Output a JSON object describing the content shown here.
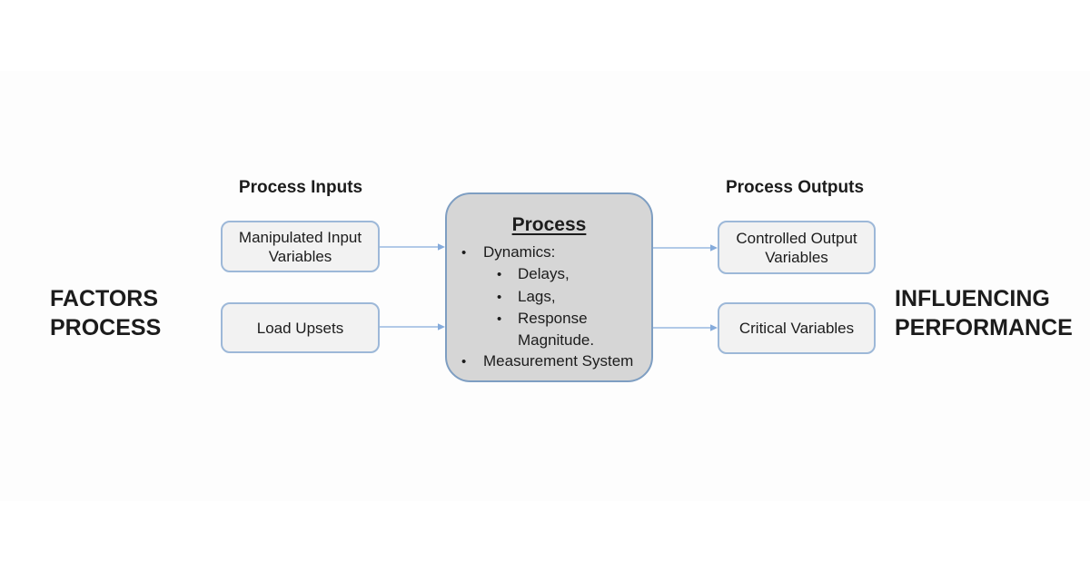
{
  "colors": {
    "page_bg": "#ffffff",
    "slide_bg": "#fdfdfd",
    "text": "#1c1c1c",
    "box_fill": "#f2f2f2",
    "box_border": "#9db8d8",
    "process_fill": "#d6d6d6",
    "process_border": "#7e9ec2",
    "arrow": "#85abdb"
  },
  "captions": {
    "left_line1": "FACTORS",
    "left_line2": "PROCESS",
    "right_line1": "INFLUENCING",
    "right_line2": "PERFORMANCE"
  },
  "inputs": {
    "header": "Process Inputs",
    "boxes": [
      {
        "label": "Manipulated Input Variables"
      },
      {
        "label": "Load Upsets"
      }
    ]
  },
  "outputs": {
    "header": "Process Outputs",
    "boxes": [
      {
        "label": "Controlled Output Variables"
      },
      {
        "label": "Critical Variables"
      }
    ]
  },
  "process": {
    "title": "Process",
    "items": [
      {
        "level": 1,
        "text": "Dynamics:"
      },
      {
        "level": 2,
        "text": "Delays,"
      },
      {
        "level": 2,
        "text": "Lags,"
      },
      {
        "level": 2,
        "text": "Response Magnitude."
      },
      {
        "level": 1,
        "text": "Measurement System"
      }
    ]
  }
}
